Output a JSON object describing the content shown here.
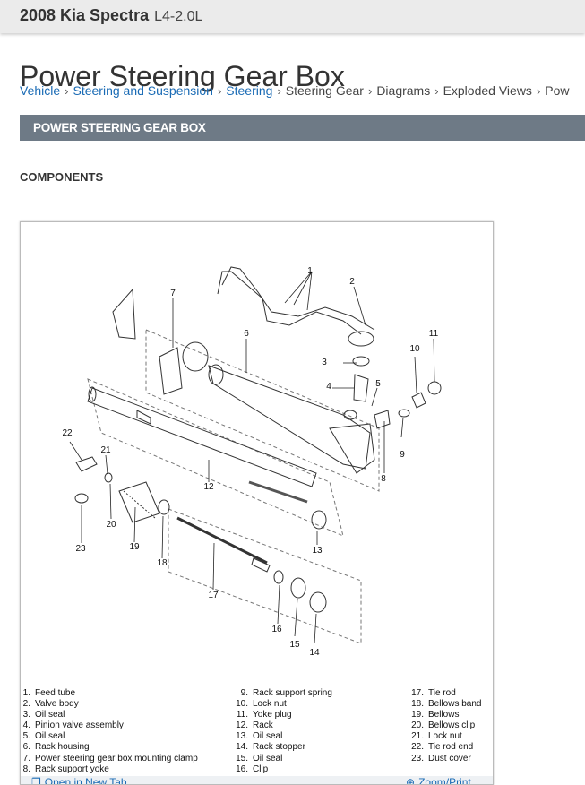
{
  "header": {
    "vehicle": "2008 Kia Spectra",
    "engine": "L4-2.0L"
  },
  "page_title": "Power Steering Gear Box",
  "breadcrumb": {
    "items": [
      {
        "label": "Vehicle",
        "link": true
      },
      {
        "label": "Steering and Suspension",
        "link": true
      },
      {
        "label": "Steering",
        "link": true
      },
      {
        "label": "Steering Gear",
        "link": false
      },
      {
        "label": "Diagrams",
        "link": false
      },
      {
        "label": "Exploded Views",
        "link": false
      },
      {
        "label": "Pow",
        "link": false
      }
    ],
    "separator": "›"
  },
  "section_title": "POWER STEERING GEAR BOX",
  "subheading": "COMPONENTS",
  "diagram": {
    "callouts": [
      "1",
      "2",
      "3",
      "4",
      "5",
      "6",
      "7",
      "8",
      "9",
      "10",
      "11",
      "12",
      "13",
      "14",
      "15",
      "16",
      "17",
      "18",
      "19",
      "20",
      "21",
      "22",
      "23"
    ]
  },
  "legend": {
    "col1": [
      {
        "num": "1.",
        "label": "Feed tube"
      },
      {
        "num": "2.",
        "label": "Valve body"
      },
      {
        "num": "3.",
        "label": "Oil seal"
      },
      {
        "num": "4.",
        "label": "Pinion valve assembly"
      },
      {
        "num": "5.",
        "label": "Oil seal"
      },
      {
        "num": "6.",
        "label": "Rack housing"
      },
      {
        "num": "7.",
        "label": "Power steering gear box mounting clamp"
      },
      {
        "num": "8.",
        "label": "Rack support yoke"
      }
    ],
    "col2": [
      {
        "num": "9.",
        "label": "Rack support spring"
      },
      {
        "num": "10.",
        "label": "Lock nut"
      },
      {
        "num": "11.",
        "label": "Yoke plug"
      },
      {
        "num": "12.",
        "label": "Rack"
      },
      {
        "num": "13.",
        "label": "Oil seal"
      },
      {
        "num": "14.",
        "label": "Rack stopper"
      },
      {
        "num": "15.",
        "label": "Oil seal"
      },
      {
        "num": "16.",
        "label": "Clip"
      }
    ],
    "col3": [
      {
        "num": "17.",
        "label": "Tie rod"
      },
      {
        "num": "18.",
        "label": "Bellows band"
      },
      {
        "num": "19.",
        "label": "Bellows"
      },
      {
        "num": "20.",
        "label": "Bellows clip"
      },
      {
        "num": "21.",
        "label": "Lock nut"
      },
      {
        "num": "22.",
        "label": "Tie rod end"
      },
      {
        "num": "23.",
        "label": "Dust cover"
      }
    ]
  },
  "toolbar": {
    "open_new_tab": "Open in New Tab",
    "zoom_print": "Zoom/Print"
  }
}
